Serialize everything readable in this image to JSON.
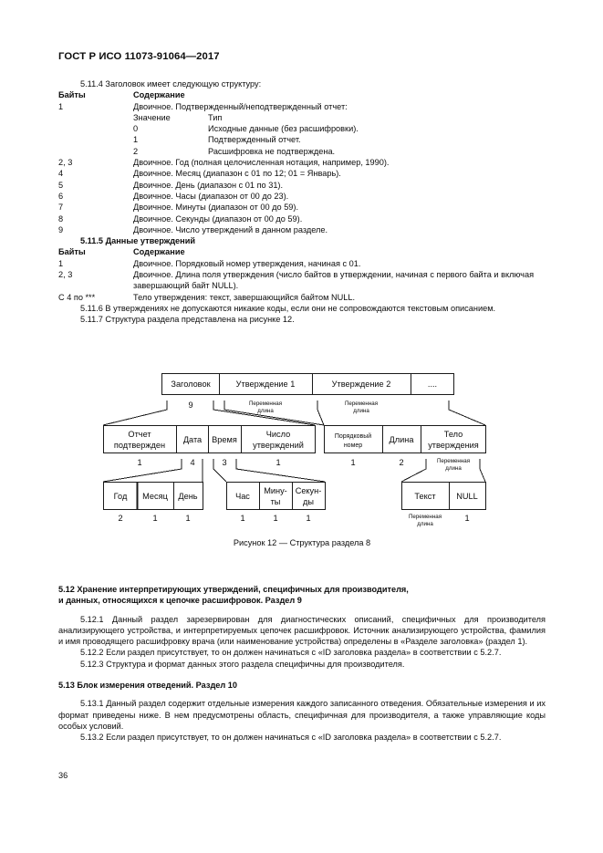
{
  "header": {
    "standard_title": "ГОСТ Р ИСО 11073-91064—2017"
  },
  "page_number": "36",
  "sections": {
    "s5_11_4": {
      "intro": "5.11.4 Заголовок имеет следующую структуру:",
      "table_headers": {
        "bytes": "Байты",
        "content": "Содержание"
      },
      "rows": [
        {
          "bytes": "1",
          "content": "Двоичное. Подтвержденный/неподтвержденный отчет:"
        }
      ],
      "subtable_headers": {
        "value": "Значение",
        "type": "Тип"
      },
      "subrows": [
        {
          "value": "0",
          "type": "Исходные данные (без расшифровки)."
        },
        {
          "value": "1",
          "type": "Подтвержденный отчет."
        },
        {
          "value": "2",
          "type": "Расшифровка не подтверждена."
        }
      ],
      "rows2": [
        {
          "bytes": "2, 3",
          "content": "Двоичное. Год (полная целочисленная нотация, например, 1990)."
        },
        {
          "bytes": "4",
          "content": "Двоичное. Месяц (диапазон с 01 по 12; 01 = Январь)."
        },
        {
          "bytes": "5",
          "content": "Двоичное. День (диапазон с 01 по 31)."
        },
        {
          "bytes": "6",
          "content": "Двоичное. Часы (диапазон от 00 до 23)."
        },
        {
          "bytes": "7",
          "content": "Двоичное. Минуты (диапазон от 00 до 59)."
        },
        {
          "bytes": "8",
          "content": "Двоичное. Секунды (диапазон от 00 до 59)."
        },
        {
          "bytes": "9",
          "content": "Двоичное. Число утверждений в данном разделе."
        }
      ]
    },
    "s5_11_5": {
      "heading": "5.11.5 Данные утверждений",
      "table_headers": {
        "bytes": "Байты",
        "content": "Содержание"
      },
      "rows": [
        {
          "bytes": "1",
          "content": "Двоичное. Порядковый номер утверждения, начиная с 01."
        },
        {
          "bytes": "2, 3",
          "content": "Двоичное. Длина поля утверждения (число байтов в утверждении, начиная с первого байта и включая завершающий байт NULL)."
        },
        {
          "bytes": "С 4 по ***",
          "content": "Тело утверждения: текст, завершающийся байтом NULL."
        }
      ]
    },
    "s5_11_6": {
      "text": "5.11.6 В утверждениях не допускаются никакие коды, если они не сопровождаются текстовым описанием."
    },
    "s5_11_7": {
      "text": "5.11.7 Структура раздела представлена на рисунке 12."
    },
    "s5_12": {
      "heading_line1": "5.12 Хранение интерпретирующих утверждений, специфичных для производителя,",
      "heading_line2": "и данных, относящихся к цепочке расшифровок. Раздел 9",
      "p1": "5.12.1 Данный раздел зарезервирован для диагностических описаний, специфичных для производителя анализирующего устройства, и интерпретируемых цепочек расшифровок. Источник анализирующего устройства, фамилия и имя проводящего расшифровку врача (или наименование устройства) определены в «Разделе заголовка» (раздел 1).",
      "p2": "5.12.2 Если раздел присутствует, то он должен начинаться с «ID заголовка раздела» в соответствии с 5.2.7.",
      "p3": "5.12.3 Структура и формат данных этого раздела специфичны для производителя."
    },
    "s5_13": {
      "heading": "5.13 Блок измерения отведений. Раздел 10",
      "p1": "5.13.1 Данный раздел содержит отдельные измерения каждого записанного отведения. Обязательные измерения и их формат приведены ниже. В нем предусмотрены область, специфичная для производителя, а также управляющие коды особых условий.",
      "p2": "5.13.2 Если раздел присутствует, то он должен начинаться с «ID заголовка раздела» в соответствии с 5.2.7."
    }
  },
  "figure": {
    "caption": "Рисунок 12 — Структура раздела 8",
    "variable_length_label_line1": "Переменная",
    "variable_length_label_line2": "длина",
    "level1": [
      {
        "label": "Заголовок",
        "size": "9"
      },
      {
        "label": "Утверждение 1",
        "size": "Переменная длина"
      },
      {
        "label": "Утверждение 2",
        "size": "Переменная длина"
      },
      {
        "label": "....",
        "size": ""
      }
    ],
    "level2_header": [
      {
        "label_line1": "Отчет",
        "label_line2": "подтвержден",
        "size": "1"
      },
      {
        "label_line1": "Дата",
        "label_line2": "",
        "size": "4"
      },
      {
        "label_line1": "Время",
        "label_line2": "",
        "size": "3"
      },
      {
        "label_line1": "Число",
        "label_line2": "утверждений",
        "size": "1"
      }
    ],
    "level2_statement": [
      {
        "label_line1": "Порядковый",
        "label_line2": "номер",
        "size": "1"
      },
      {
        "label_line1": "Длина",
        "label_line2": "",
        "size": "2"
      },
      {
        "label_line1": "Тело",
        "label_line2": "утверждения",
        "size": "Переменная длина"
      }
    ],
    "level3_date": [
      {
        "label": "Год",
        "size": "2"
      },
      {
        "label": "Месяц",
        "size": "1"
      },
      {
        "label": "День",
        "size": "1"
      }
    ],
    "level3_time": [
      {
        "label_line1": "Час",
        "label_line2": "",
        "size": "1"
      },
      {
        "label_line1": "Мину-",
        "label_line2": "ты",
        "size": "1"
      },
      {
        "label_line1": "Секун-",
        "label_line2": "ды",
        "size": "1"
      }
    ],
    "level3_body": [
      {
        "label": "Текст",
        "size": "Переменная длина"
      },
      {
        "label": "NULL",
        "size": "1"
      }
    ]
  },
  "colors": {
    "text": "#0d0d0d",
    "line": "#1a1a1a",
    "background": "#ffffff"
  }
}
